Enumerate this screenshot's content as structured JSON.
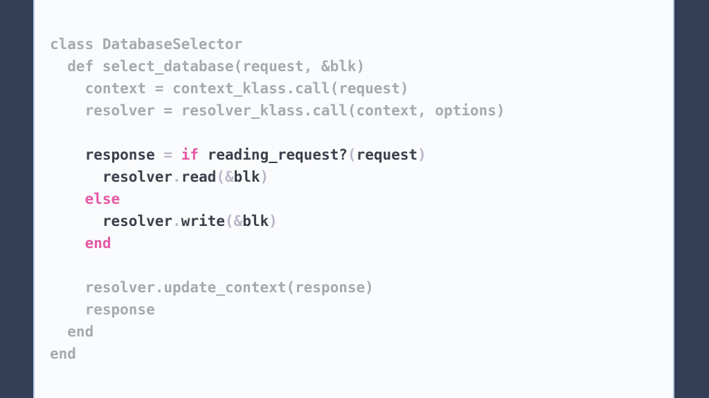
{
  "code": {
    "lines": [
      {
        "tokens": [
          {
            "t": "class DatabaseSelector",
            "c": "dim"
          }
        ]
      },
      {
        "tokens": [
          {
            "t": "  def select_database(request, &blk)",
            "c": "dim"
          }
        ]
      },
      {
        "tokens": [
          {
            "t": "    context = context_klass.call(request)",
            "c": "dim"
          }
        ]
      },
      {
        "tokens": [
          {
            "t": "    resolver = resolver_klass.call(context, options)",
            "c": "dim"
          }
        ]
      },
      {
        "tokens": []
      },
      {
        "tokens": [
          {
            "t": "    response",
            "c": "id"
          },
          {
            "t": " = ",
            "c": "punct"
          },
          {
            "t": "if",
            "c": "kw"
          },
          {
            "t": " reading_request?",
            "c": "id"
          },
          {
            "t": "(",
            "c": "punct"
          },
          {
            "t": "request",
            "c": "id"
          },
          {
            "t": ")",
            "c": "punct"
          }
        ]
      },
      {
        "tokens": [
          {
            "t": "      resolver",
            "c": "id"
          },
          {
            "t": ".",
            "c": "punct"
          },
          {
            "t": "read",
            "c": "id"
          },
          {
            "t": "(&",
            "c": "punct"
          },
          {
            "t": "blk",
            "c": "id"
          },
          {
            "t": ")",
            "c": "punct"
          }
        ]
      },
      {
        "tokens": [
          {
            "t": "    else",
            "c": "kw"
          }
        ]
      },
      {
        "tokens": [
          {
            "t": "      resolver",
            "c": "id"
          },
          {
            "t": ".",
            "c": "punct"
          },
          {
            "t": "write",
            "c": "id"
          },
          {
            "t": "(&",
            "c": "punct"
          },
          {
            "t": "blk",
            "c": "id"
          },
          {
            "t": ")",
            "c": "punct"
          }
        ]
      },
      {
        "tokens": [
          {
            "t": "    end",
            "c": "kw"
          }
        ]
      },
      {
        "tokens": []
      },
      {
        "tokens": [
          {
            "t": "    resolver.update_context(response)",
            "c": "dim"
          }
        ]
      },
      {
        "tokens": [
          {
            "t": "    response",
            "c": "dim"
          }
        ]
      },
      {
        "tokens": [
          {
            "t": "  end",
            "c": "dim"
          }
        ]
      },
      {
        "tokens": [
          {
            "t": "end",
            "c": "dim"
          }
        ]
      }
    ]
  },
  "colors": {
    "background": "#333f55",
    "panel": "#fafbfd",
    "panel_border": "#b9cbe6",
    "dimmed_code": "#a6a9af",
    "highlight_code": "#3b3f4a",
    "keyword": "#e558a5",
    "punctuation": "#b9b6c9"
  }
}
